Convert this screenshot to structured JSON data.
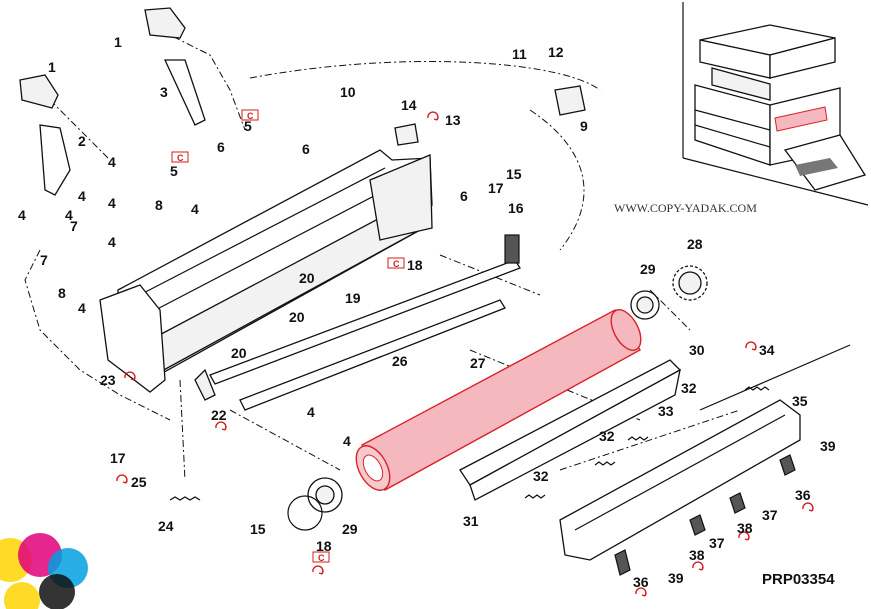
{
  "diagram": {
    "drawing_code": "PRP03354",
    "watermark": "WWW.COPY-YADAK.COM",
    "part_numbers": [
      "1",
      "1",
      "2",
      "3",
      "4",
      "4",
      "4",
      "4",
      "4",
      "4",
      "4",
      "4",
      "4",
      "4",
      "5",
      "5",
      "6",
      "6",
      "6",
      "7",
      "7",
      "8",
      "8",
      "9",
      "10",
      "11",
      "12",
      "13",
      "14",
      "15",
      "15",
      "16",
      "17",
      "17",
      "18",
      "18",
      "19",
      "20",
      "20",
      "20",
      "22",
      "23",
      "24",
      "25",
      "26",
      "27",
      "28",
      "29",
      "29",
      "30",
      "31",
      "32",
      "32",
      "32",
      "33",
      "34",
      "35",
      "36",
      "36",
      "37",
      "37",
      "38",
      "38",
      "39",
      "39"
    ],
    "symbols": {
      "clip": "C",
      "rotate": "rotate-arrow-icon"
    },
    "colors": {
      "highlight_fill": "#f4b8be",
      "highlight_stroke": "#d8232a",
      "mark_red": "#d21c1c",
      "logo": [
        "#ffd400",
        "#e0007a",
        "#00a0e0",
        "#111111"
      ]
    }
  }
}
